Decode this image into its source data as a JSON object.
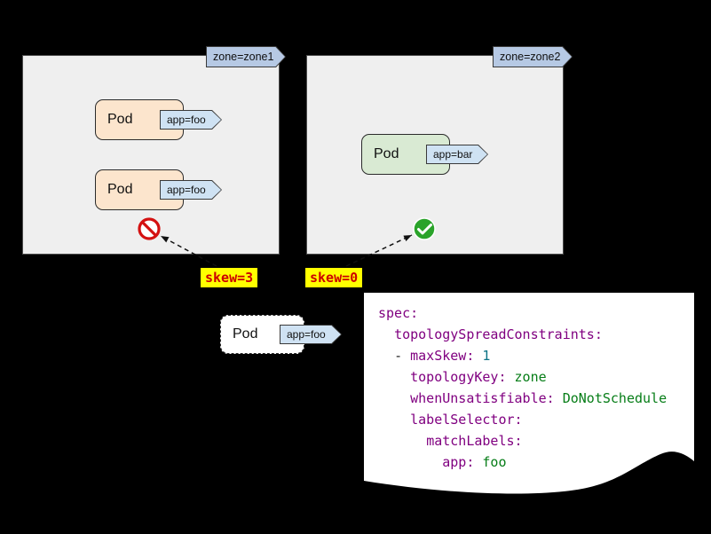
{
  "diagram": {
    "zones": [
      {
        "tag": "zone=zone1",
        "pods": [
          {
            "name": "Pod",
            "label": "app=foo"
          },
          {
            "name": "Pod",
            "label": "app=foo"
          }
        ],
        "skew": "skew=3",
        "result_icon": "no-entry-icon"
      },
      {
        "tag": "zone=zone2",
        "pods": [
          {
            "name": "Pod",
            "label": "app=bar"
          }
        ],
        "skew": "skew=0",
        "result_icon": "check-icon"
      }
    ],
    "incoming_pod": {
      "name": "Pod",
      "label": "app=foo"
    }
  },
  "yaml": {
    "lines": [
      {
        "indent": "",
        "dash": "",
        "key": "spec:",
        "value": ""
      },
      {
        "indent": "  ",
        "dash": "",
        "key": "topologySpreadConstraints:",
        "value": ""
      },
      {
        "indent": "  ",
        "dash": "- ",
        "key": "maxSkew:",
        "value": " 1"
      },
      {
        "indent": "    ",
        "dash": "",
        "key": "topologyKey:",
        "value": " zone"
      },
      {
        "indent": "    ",
        "dash": "",
        "key": "whenUnsatisfiable:",
        "value": " DoNotSchedule"
      },
      {
        "indent": "    ",
        "dash": "",
        "key": "labelSelector:",
        "value": ""
      },
      {
        "indent": "      ",
        "dash": "",
        "key": "matchLabels:",
        "value": ""
      },
      {
        "indent": "        ",
        "dash": "",
        "key": "app:",
        "value": " foo"
      }
    ]
  },
  "colors": {
    "zone_fill": "#efefef",
    "zone_tag_fill": "#b6c9e4",
    "app_tag_fill": "#cfe2f3",
    "pod_foo_fill": "#fce5cd",
    "pod_bar_fill": "#d9ead3",
    "denied_red": "#d41111",
    "allowed_green": "#2aa32a",
    "skew_bg": "#ffff00",
    "skew_text": "#cc0000",
    "yaml_key": "#800080",
    "yaml_string": "#067d17",
    "yaml_number": "#0b7285"
  }
}
